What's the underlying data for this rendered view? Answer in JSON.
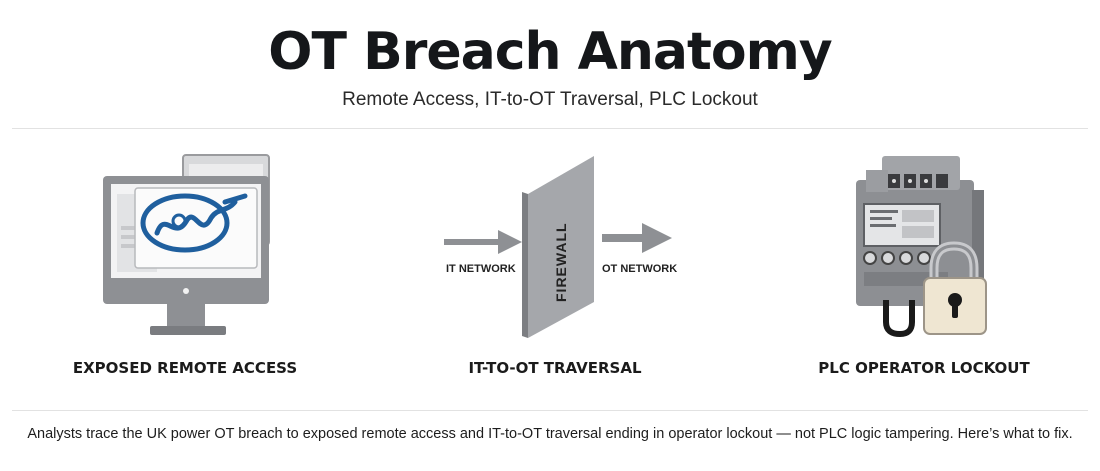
{
  "title": "OT Breach Anatomy",
  "subtitle": "Remote Access, IT-to-OT Traversal, PLC Lockout",
  "stages": [
    {
      "label": "EXPOSED REMOTE ACCESS",
      "icon": "monitor-remote-access-icon"
    },
    {
      "label": "IT-TO-OT TRAVERSAL",
      "icon": "firewall-icon"
    },
    {
      "label": "PLC OPERATOR LOCKOUT",
      "icon": "plc-padlock-icon"
    }
  ],
  "firewall": {
    "wall_text": "FIREWALL",
    "left_label": "IT NETWORK",
    "right_label": "OT NETWORK"
  },
  "caption": "Analysts trace the UK power OT breach to exposed remote access and IT-to-OT traversal ending in operator lockout — not PLC logic tampering. Here’s what to fix.",
  "colors": {
    "accent_blue": "#1f5f9e",
    "device_gray": "#8d8f93",
    "padlock_body": "#efe6d2"
  }
}
